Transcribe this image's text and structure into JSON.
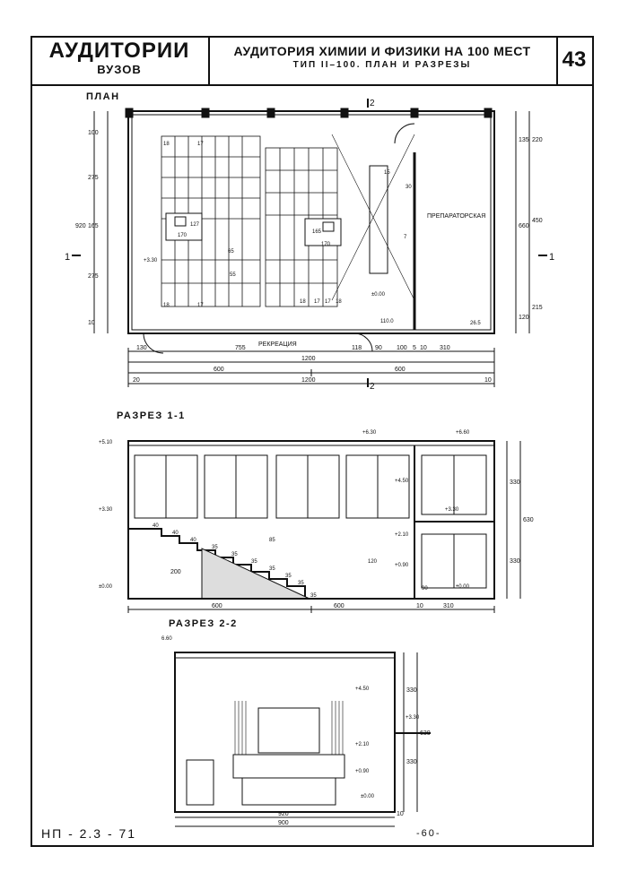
{
  "header": {
    "section_title": "АУДИТОРИИ",
    "section_subtitle": "ВУЗОВ",
    "sheet_title": "АУДИТОРИЯ ХИМИИ И ФИЗИКИ НА 100 МЕСТ",
    "sheet_subtitle": "ТИП  II–100.    ПЛАН    И  РАЗРЕЗЫ",
    "page_number": "43"
  },
  "plan": {
    "label": "ПЛАН",
    "room_label": "ПРЕПАРАТОРСКАЯ",
    "corridor_label": "РЕКРЕАЦИЯ",
    "section_mark": "1",
    "section_mark_2": "2",
    "dims_left": [
      "100",
      "275",
      "165",
      "275",
      "10",
      "920"
    ],
    "dims_right": [
      "135",
      "220",
      "660",
      "450",
      "120",
      "215"
    ],
    "dims_bottom_row1": [
      "130",
      "755",
      "118",
      "90",
      "100",
      "5",
      "10",
      "310"
    ],
    "dims_total_row": "1200",
    "dims_half": [
      "600",
      "600"
    ],
    "dims_overall": [
      "20",
      "1200",
      "10"
    ],
    "inner_labels": [
      "18",
      "17",
      "18",
      "17",
      "170",
      "127",
      "65",
      "55",
      "165",
      "170",
      "15",
      "30",
      "18",
      "17",
      "17",
      "18",
      "110.0",
      "26.5",
      "±0.00",
      "+3.30",
      "7"
    ]
  },
  "section1": {
    "label": "РАЗРЕЗ  1-1",
    "levels": [
      "+5.10",
      "+6.30",
      "+6.60",
      "+4.50",
      "+3.30",
      "+3.30",
      "+2.10",
      "+0.90",
      "±0.00",
      "±0.00"
    ],
    "step_labels": [
      "40",
      "40",
      "40",
      "35",
      "35",
      "35",
      "35",
      "35",
      "35",
      "35"
    ],
    "dims_bottom": [
      "600",
      "600",
      "10",
      "310"
    ],
    "dims_right": [
      "330",
      "630",
      "330"
    ],
    "inner": [
      "200",
      "85",
      "120",
      "90"
    ]
  },
  "section2": {
    "label": "РАЗРЕЗ  2-2",
    "levels": [
      "6.60",
      "+4.50",
      "+3.30",
      "+2.10",
      "+0.90",
      "±0.00"
    ],
    "dims_right": [
      "330",
      "330",
      "630"
    ],
    "dims_bottom": [
      "920",
      "900",
      "10"
    ]
  },
  "footer": {
    "code": "НП - 2.3 - 71",
    "page": "-60-"
  }
}
